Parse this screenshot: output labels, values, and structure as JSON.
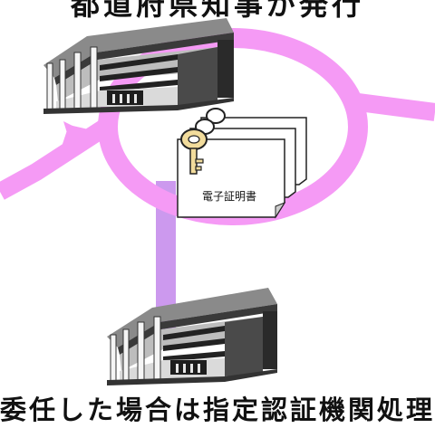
{
  "header": {
    "caption_partial": "都道府県知事が発行"
  },
  "certificate": {
    "label": "電子証明書"
  },
  "footer": {
    "caption": "委任した場合は指定認証機関処理"
  },
  "colors": {
    "ring": "#f59af5",
    "ring_edge": "#e070e0",
    "connector_vertical": "#cc99ee",
    "building_dark": "#3a3a3a",
    "building_mid": "#8a8a8a",
    "building_light": "#d8d8d8",
    "key_fill": "#f2dc9c"
  },
  "icons": {
    "top_building": "office-building-icon",
    "bottom_building": "office-building-icon",
    "certificate": "certificate-with-key-icon"
  }
}
